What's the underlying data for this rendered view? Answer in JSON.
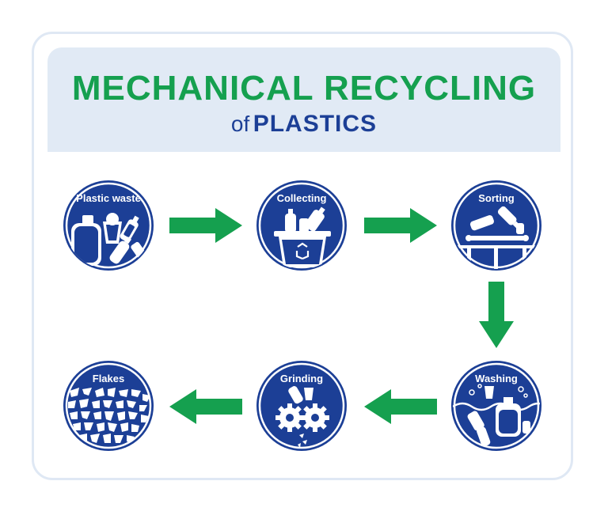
{
  "header": {
    "title": "MECHANICAL RECYCLING",
    "subtitle_prefix": "of",
    "subtitle_main": "PLASTICS"
  },
  "steps": [
    {
      "label": "Plastic waste",
      "icon": "plastic-waste-icon"
    },
    {
      "label": "Collecting",
      "icon": "recycling-bin-icon"
    },
    {
      "label": "Sorting",
      "icon": "sorting-conveyor-icon"
    },
    {
      "label": "Washing",
      "icon": "washing-water-icon"
    },
    {
      "label": "Grinding",
      "icon": "grinding-gears-icon"
    },
    {
      "label": "Flakes",
      "icon": "plastic-flakes-icon"
    }
  ],
  "colors": {
    "green": "#15a04f",
    "blue": "#1c3f96",
    "banner": "#e1eaf5"
  }
}
